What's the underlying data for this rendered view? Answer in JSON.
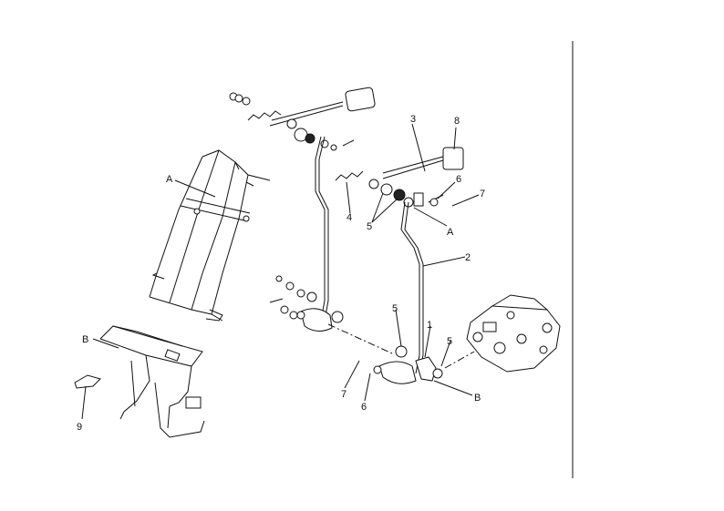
{
  "diagram": {
    "callouts": [
      {
        "id": "A-left",
        "text": "A"
      },
      {
        "id": "B-left",
        "text": "B"
      },
      {
        "id": "9",
        "text": "9"
      },
      {
        "id": "3",
        "text": "3"
      },
      {
        "id": "8",
        "text": "8"
      },
      {
        "id": "6-top",
        "text": "6"
      },
      {
        "id": "7-top",
        "text": "7"
      },
      {
        "id": "4",
        "text": "4"
      },
      {
        "id": "5-top",
        "text": "5"
      },
      {
        "id": "A-right",
        "text": "A"
      },
      {
        "id": "2",
        "text": "2"
      },
      {
        "id": "5-mid",
        "text": "5"
      },
      {
        "id": "1",
        "text": "1"
      },
      {
        "id": "5-right",
        "text": "5"
      },
      {
        "id": "7-bottom",
        "text": "7"
      },
      {
        "id": "6-bottom",
        "text": "6"
      },
      {
        "id": "B-right",
        "text": "B"
      }
    ]
  }
}
